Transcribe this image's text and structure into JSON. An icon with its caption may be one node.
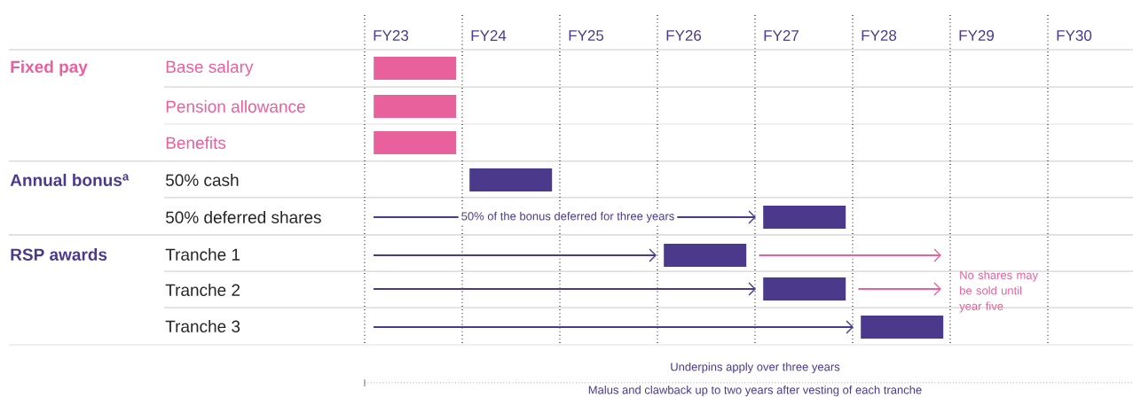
{
  "diagram": {
    "nodes": [
      {
        "text": [],
        "shape": "bar"
      },
      {
        "text": [],
        "shape": "bar"
      },
      {
        "text": [],
        "shape": "bar"
      },
      {
        "text": [],
        "shape": "bar"
      },
      {
        "text": [],
        "shape": "bar"
      },
      {
        "text": [],
        "shape": "bar"
      },
      {
        "text": [],
        "shape": "bar"
      },
      {
        "text": [],
        "shape": "bar"
      },
      {
        "text": [
          "No shares may be sold until year five"
        ]
      }
    ],
    "edges": [
      {
        "from": null,
        "to": 4,
        "arrow": "to",
        "label": "50% of the bonus deferred for three years"
      },
      {
        "from": null,
        "to": 5,
        "arrow": "to"
      },
      {
        "from": null,
        "to": 6,
        "arrow": "to"
      },
      {
        "from": null,
        "to": 7,
        "arrow": "to"
      },
      {
        "from": 5,
        "to": 8,
        "arrow": "to",
        "color": "#e8609c"
      },
      {
        "from": 6,
        "to": 8,
        "arrow": "to",
        "color": "#e8609c"
      }
    ],
    "labels": [
      "FY23",
      "FY24",
      "FY25",
      "FY26",
      "FY27",
      "FY28",
      "FY29",
      "FY30",
      "Fixed pay",
      "Base salary",
      "Pension allowance",
      "Benefits",
      "Annual bonus$^{a}$",
      "50% cash",
      "50% deferred shares",
      "RSP awards",
      "Tranche 1",
      "Tranche 2",
      "Tranche 3",
      "Underpins apply over three years",
      "Malus and clawback up to two years after vesting of each tranche"
    ]
  }
}
